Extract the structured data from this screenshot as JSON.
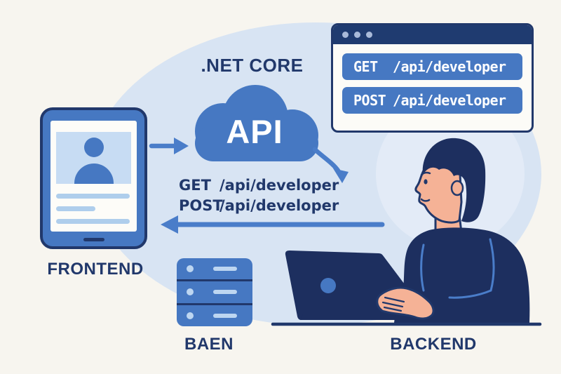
{
  "diagram": {
    "title": ".NET CORE",
    "cloud_label": "API",
    "browser_window": {
      "endpoints": [
        {
          "method": "GET",
          "path": "/api/developer"
        },
        {
          "method": "POST",
          "path": "/api/developer"
        }
      ]
    },
    "flow_text": [
      {
        "method": "GET",
        "path": "/api/developer"
      },
      {
        "method": "POST",
        "path": "/api/developer"
      }
    ],
    "labels": {
      "frontend": "FRONTEND",
      "server": "BAEN",
      "backend": "BACKEND"
    },
    "icons": {
      "frontend_device": "tablet-profile-icon",
      "api": "api-cloud-icon",
      "endpoints": "browser-window-icon",
      "server": "server-stack-icon",
      "backend_person": "developer-at-laptop-icon",
      "request_arrow": "arrow-right-icon",
      "dispatch_arrow": "arrow-curved-down-icon",
      "response_arrow": "arrow-left-icon"
    },
    "colors": {
      "background": "#f7f5ef",
      "blob": "#d8e4f3",
      "highlight_circle": "#e3ebf7",
      "accent_blue": "#4678c2",
      "arrow_blue": "#4a7dc9",
      "navy": "#21386b",
      "dark_navy": "#1d2f5f",
      "light_blue": "#bdd6f1",
      "skin": "#f5b296"
    }
  }
}
